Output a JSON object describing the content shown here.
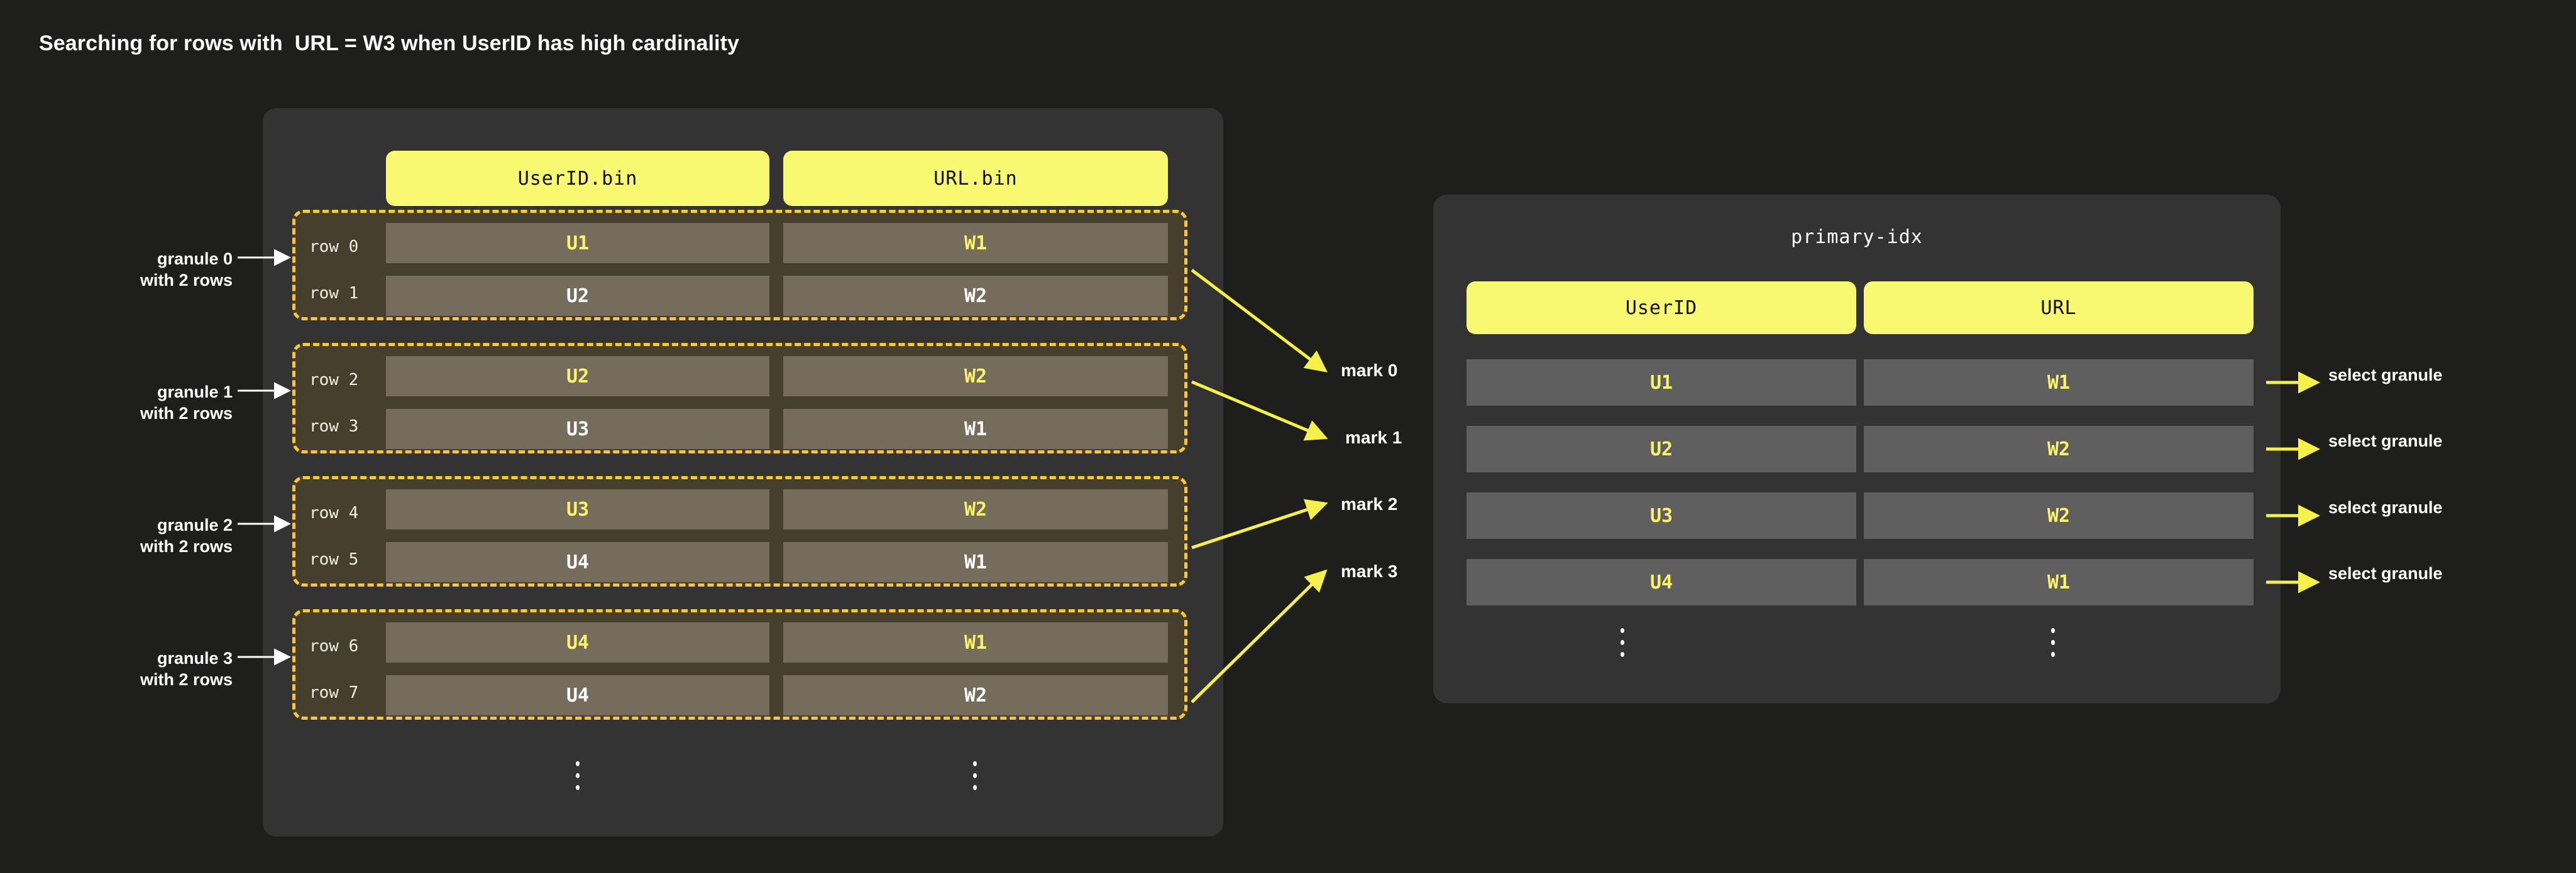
{
  "title": "Searching for rows with  URL = W3 when UserID has high cardinality",
  "colors": {
    "page_background": "#1e1f1c",
    "panel_background": "#333333",
    "accent_yellow": "#f9f871",
    "highlight_text": "#fbf36a",
    "granule_border": "#ffc82e",
    "granule_background": "#473f2e",
    "data_cell": "#756c5b",
    "index_cell": "#5f5f5f",
    "arrow_yellow": "#f5f04a",
    "white": "#ffffff"
  },
  "data_part": {
    "columns": [
      {
        "name": "userid-bin",
        "label": "UserID.bin"
      },
      {
        "name": "url-bin",
        "label": "URL.bin"
      }
    ],
    "ellipsis": "⋮",
    "granules": [
      {
        "note": "granule 0\nwith 2 rows",
        "rows": [
          {
            "row_label": "row 0",
            "userid": "U1",
            "url": "W1",
            "highlighted": true
          },
          {
            "row_label": "row 1",
            "userid": "U2",
            "url": "W2",
            "highlighted": false
          }
        ]
      },
      {
        "note": "granule 1\nwith 2 rows",
        "rows": [
          {
            "row_label": "row 2",
            "userid": "U2",
            "url": "W2",
            "highlighted": true
          },
          {
            "row_label": "row 3",
            "userid": "U3",
            "url": "W1",
            "highlighted": false
          }
        ]
      },
      {
        "note": "granule 2\nwith 2 rows",
        "rows": [
          {
            "row_label": "row 4",
            "userid": "U3",
            "url": "W2",
            "highlighted": true
          },
          {
            "row_label": "row 5",
            "userid": "U4",
            "url": "W1",
            "highlighted": false
          }
        ]
      },
      {
        "note": "granule 3\nwith 2 rows",
        "rows": [
          {
            "row_label": "row 6",
            "userid": "U4",
            "url": "W1",
            "highlighted": true
          },
          {
            "row_label": "row 7",
            "userid": "U4",
            "url": "W2",
            "highlighted": false
          }
        ]
      }
    ]
  },
  "marks": [
    {
      "label": "mark 0"
    },
    {
      "label": "mark 1"
    },
    {
      "label": "mark 2"
    },
    {
      "label": "mark 3"
    }
  ],
  "primary_index": {
    "title": "primary-idx",
    "columns": [
      {
        "name": "userid",
        "label": "UserID"
      },
      {
        "name": "url",
        "label": "URL"
      }
    ],
    "ellipsis": "⋮",
    "entries": [
      {
        "userid": "U1",
        "url": "W1",
        "action": "select granule"
      },
      {
        "userid": "U2",
        "url": "W2",
        "action": "select granule"
      },
      {
        "userid": "U3",
        "url": "W2",
        "action": "select granule"
      },
      {
        "userid": "U4",
        "url": "W1",
        "action": "select granule"
      }
    ]
  }
}
